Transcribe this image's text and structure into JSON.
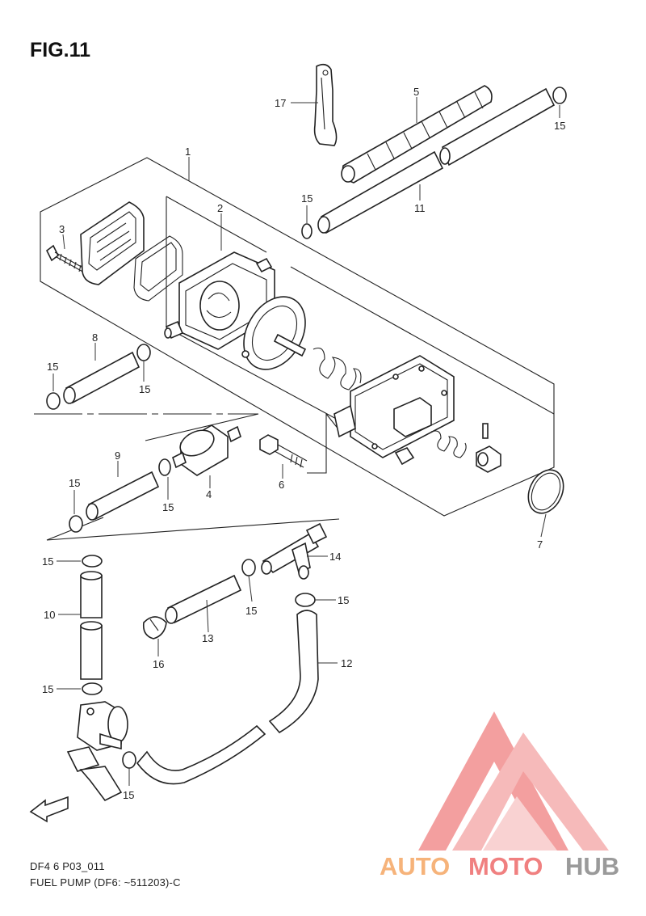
{
  "header": {
    "figure_title": "FIG.11"
  },
  "footer": {
    "diagram_code": "DF4 6 P03_011",
    "caption": "FUEL PUMP (DF6: ~511203)-C"
  },
  "watermark": {
    "part1": "AUTO",
    "part2": "MOTO",
    "part3": "HUB"
  },
  "fwd_label": "FWD",
  "callouts": {
    "c1": "1",
    "c2": "2",
    "c3": "3",
    "c4": "4",
    "c5": "5",
    "c6": "6",
    "c7": "7",
    "c8": "8",
    "c9": "9",
    "c10": "10",
    "c11": "11",
    "c12": "12",
    "c13": "13",
    "c14": "14",
    "c16": "16",
    "c17": "17",
    "c15a": "15",
    "c15b": "15",
    "c15c": "15",
    "c15d": "15",
    "c15e": "15",
    "c15f": "15",
    "c15g": "15",
    "c15h": "15",
    "c15i": "15",
    "c15j": "15",
    "c15k": "15"
  },
  "colors": {
    "line": "#222222",
    "watermark_red": "#f08080",
    "watermark_orange": "#f6b37a",
    "watermark_gray": "#9a9a9a"
  }
}
